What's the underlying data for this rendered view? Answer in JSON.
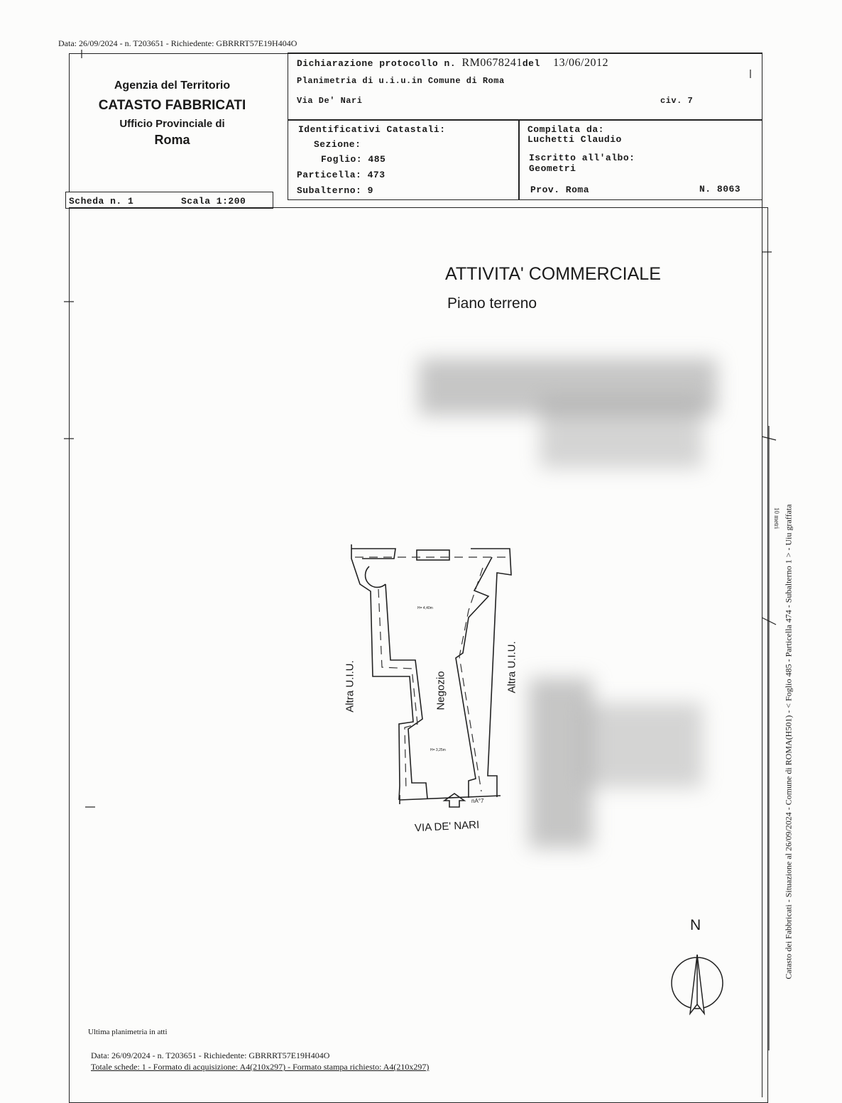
{
  "top_stamp": "Data: 26/09/2024 - n. T203651 - Richiedente: GBRRRT57E19H404O",
  "header": {
    "agency": "Agenzia del Territorio",
    "catasto": "CATASTO FABBRICATI",
    "ufficio": "Ufficio Provinciale di",
    "city": "Roma",
    "dichiarazione": "Dichiarazione protocollo n.",
    "protocollo": "RM0678241",
    "del": "del",
    "date": "13/06/2012",
    "planimetria": "Planimetria di u.i.u.in Comune di Roma",
    "via": "Via De' Nari",
    "civ": "civ. 7",
    "identificativi_label": "Identificativi Catastali:",
    "sezione": "Sezione:",
    "foglio": "Foglio: 485",
    "particella": "Particella: 473",
    "subalterno": "Subalterno: 9",
    "compilata_label": "Compilata da:",
    "compilatore": "Luchetti Claudio",
    "iscritto_label": "Iscritto all'albo:",
    "albo": "Geometri",
    "prov": "Prov. Roma",
    "numero": "N. 8063",
    "scheda": "Scheda n. 1",
    "scala": "Scala 1:200"
  },
  "plan": {
    "title": "ATTIVITA' COMMERCIALE",
    "subtitle": "Piano terreno",
    "label_left": "Altra U.I.U.",
    "label_right": "Altra U.I.U.",
    "room": "Negozio",
    "height_top": "H= 4,40m",
    "height_bottom": "H= 3,25m",
    "civic_mark": "nA°7",
    "street": "VIA DE' NARI",
    "north": "N"
  },
  "side_text": "Catasto dei Fabbricati - Situazione al 26/09/2024 - Comune di ROMA(H501) - < Foglio 485 - Particella 474 - Subalterno 1 > - Uiu graffata",
  "side_scale": "10 metri",
  "footer": {
    "last": "Ultima planimetria in atti",
    "data": "Data: 26/09/2024 - n. T203651 - Richiedente: GBRRRT57E19H404O",
    "totale": "Totale schede: 1 - Formato di acquisizione: A4(210x297) - Formato stampa richiesto: A4(210x297)"
  }
}
